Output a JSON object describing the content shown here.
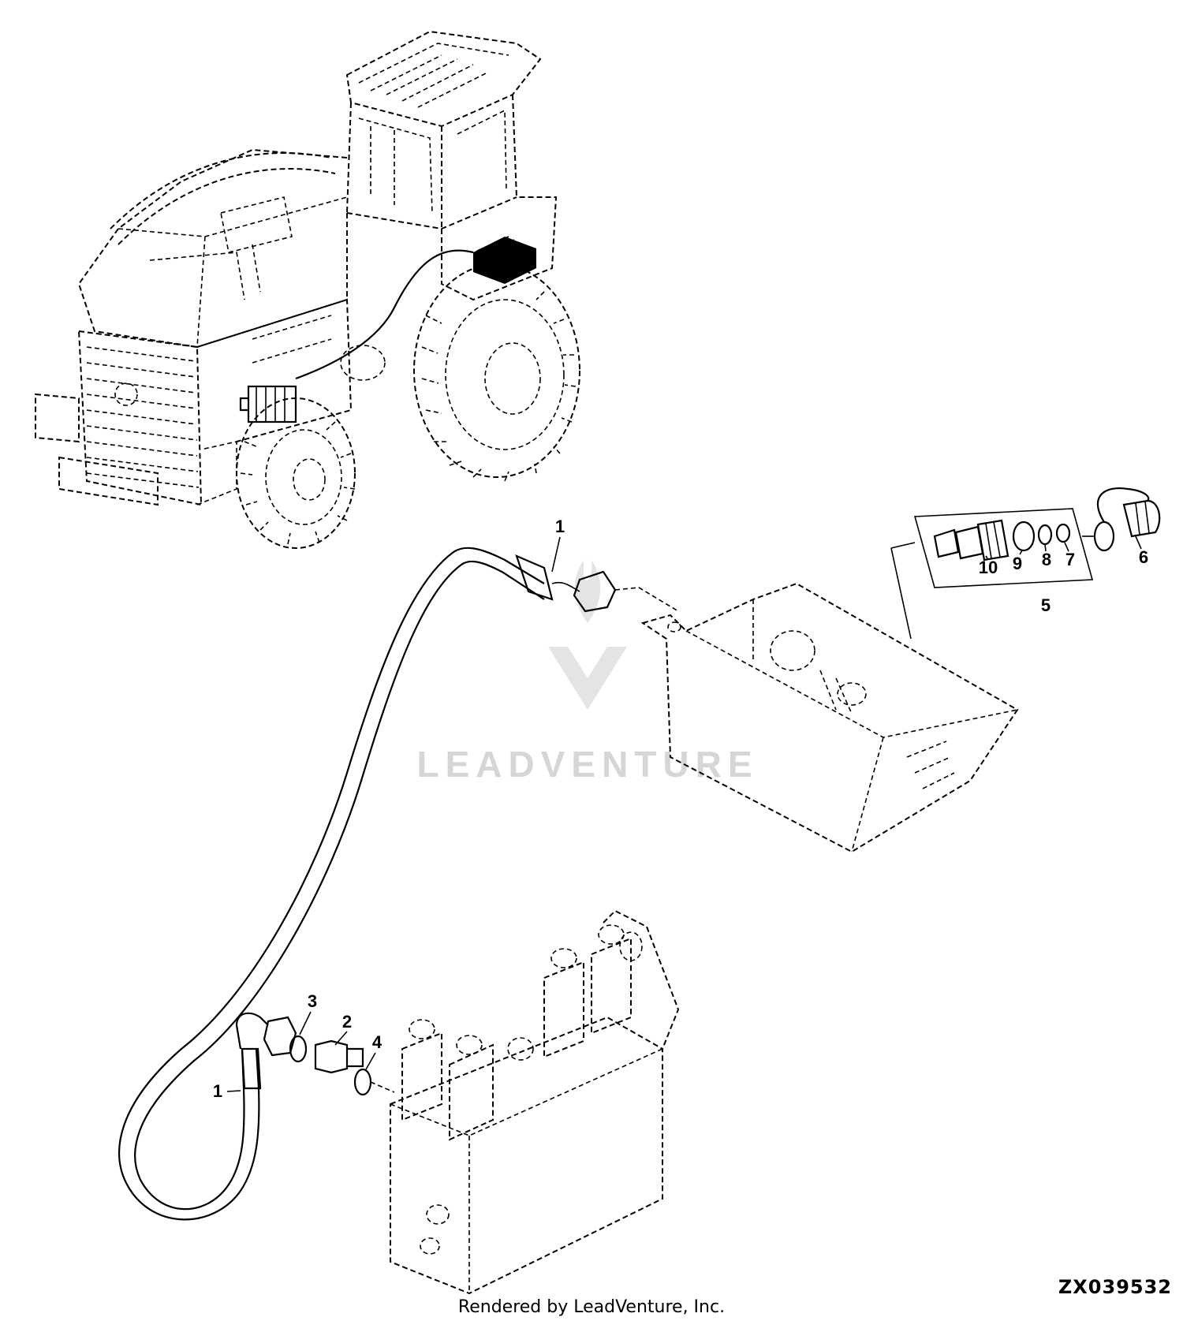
{
  "drawing_id": "ZX039532",
  "footer": {
    "rendered_by": "Rendered by LeadVenture, Inc."
  },
  "watermark": {
    "text": "LEADVENTURE"
  },
  "callouts": [
    {
      "id": "callout-1-top",
      "label": "1"
    },
    {
      "id": "callout-1-bottom",
      "label": "1"
    },
    {
      "id": "callout-2",
      "label": "2"
    },
    {
      "id": "callout-3",
      "label": "3"
    },
    {
      "id": "callout-4",
      "label": "4"
    },
    {
      "id": "callout-5",
      "label": "5"
    },
    {
      "id": "callout-6",
      "label": "6"
    },
    {
      "id": "callout-7",
      "label": "7"
    },
    {
      "id": "callout-8",
      "label": "8"
    },
    {
      "id": "callout-9",
      "label": "9"
    },
    {
      "id": "callout-10",
      "label": "10"
    }
  ],
  "colors": {
    "line": "#000000",
    "watermark": "#d6d6d6",
    "background": "#ffffff"
  }
}
